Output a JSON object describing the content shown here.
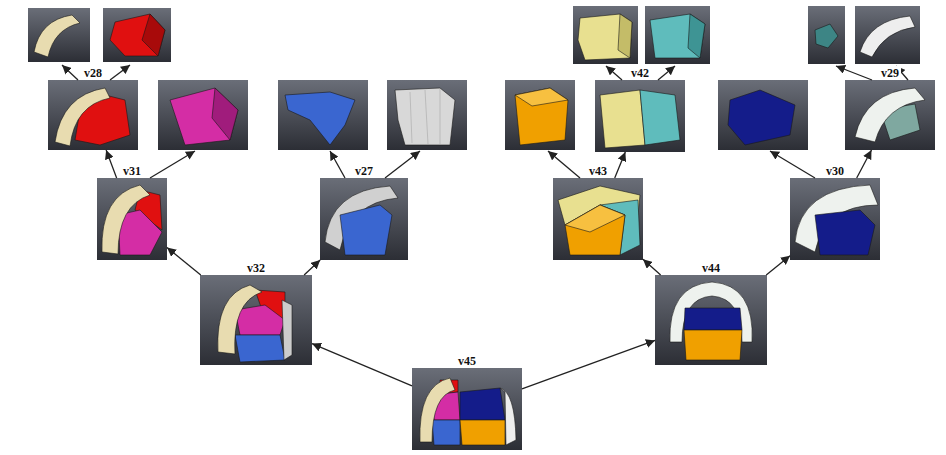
{
  "diagram": {
    "nodes": [
      {
        "text": [
          "v28"
        ]
      },
      {
        "text": [
          "v42"
        ]
      },
      {
        "text": [
          "v29"
        ]
      },
      {
        "text": [
          "v31"
        ]
      },
      {
        "text": [
          "v27"
        ]
      },
      {
        "text": [
          "v43"
        ]
      },
      {
        "text": [
          "v30"
        ]
      },
      {
        "text": [
          "v32"
        ]
      },
      {
        "text": [
          "v44"
        ]
      },
      {
        "text": [
          "v45"
        ]
      }
    ],
    "edges": [
      {
        "from": 9,
        "to": 7,
        "arrow": "to"
      },
      {
        "from": 9,
        "to": 8,
        "arrow": "to"
      },
      {
        "from": 7,
        "to": 3,
        "arrow": "to"
      },
      {
        "from": 7,
        "to": 4,
        "arrow": "to"
      },
      {
        "from": 8,
        "to": 5,
        "arrow": "to"
      },
      {
        "from": 8,
        "to": 6,
        "arrow": "to"
      },
      {
        "from": 3,
        "to": 0,
        "arrow": "to"
      },
      {
        "from": 5,
        "to": 1,
        "arrow": "to"
      },
      {
        "from": 6,
        "to": 2,
        "arrow": "to"
      }
    ]
  }
}
